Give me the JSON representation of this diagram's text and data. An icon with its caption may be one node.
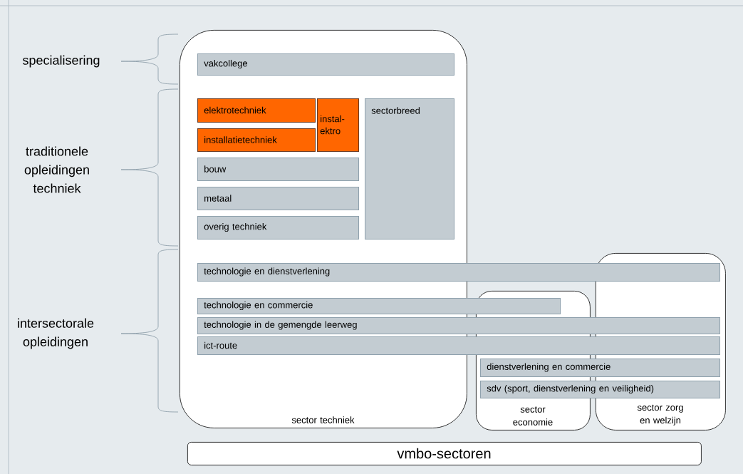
{
  "diagram": {
    "nodes": [
      {
        "text": [
          "sector techniek"
        ]
      },
      {
        "text": [
          "sector economie"
        ]
      },
      {
        "text": [
          "sector zorg en welzijn"
        ]
      },
      {
        "text": [
          "vakcollege"
        ],
        "in": 0
      },
      {
        "text": [
          "elektrotechniek"
        ],
        "in": 0
      },
      {
        "text": [
          "installatietechniek"
        ],
        "in": 0
      },
      {
        "text": [
          "instal-ektro"
        ],
        "in": 0
      },
      {
        "text": [
          "sectorbreed"
        ],
        "in": 0
      },
      {
        "text": [
          "bouw"
        ],
        "in": 0
      },
      {
        "text": [
          "metaal"
        ],
        "in": 0
      },
      {
        "text": [
          "overig techniek"
        ],
        "in": 0
      },
      {
        "text": [
          "technologie en dienstverlening"
        ]
      },
      {
        "text": [
          "technologie en commercie"
        ]
      },
      {
        "text": [
          "technologie in de gemengde leerweg"
        ]
      },
      {
        "text": [
          "ict-route"
        ]
      },
      {
        "text": [
          "dienstverlening en commercie"
        ]
      },
      {
        "text": [
          "sdv (sport, dienstverlening en veiligheid)"
        ]
      },
      {
        "text": [
          "vmbo-sectoren"
        ]
      }
    ],
    "labels": [
      "specialisering",
      "traditionele opleidingen techniek",
      "intersectorale opleidingen"
    ]
  }
}
